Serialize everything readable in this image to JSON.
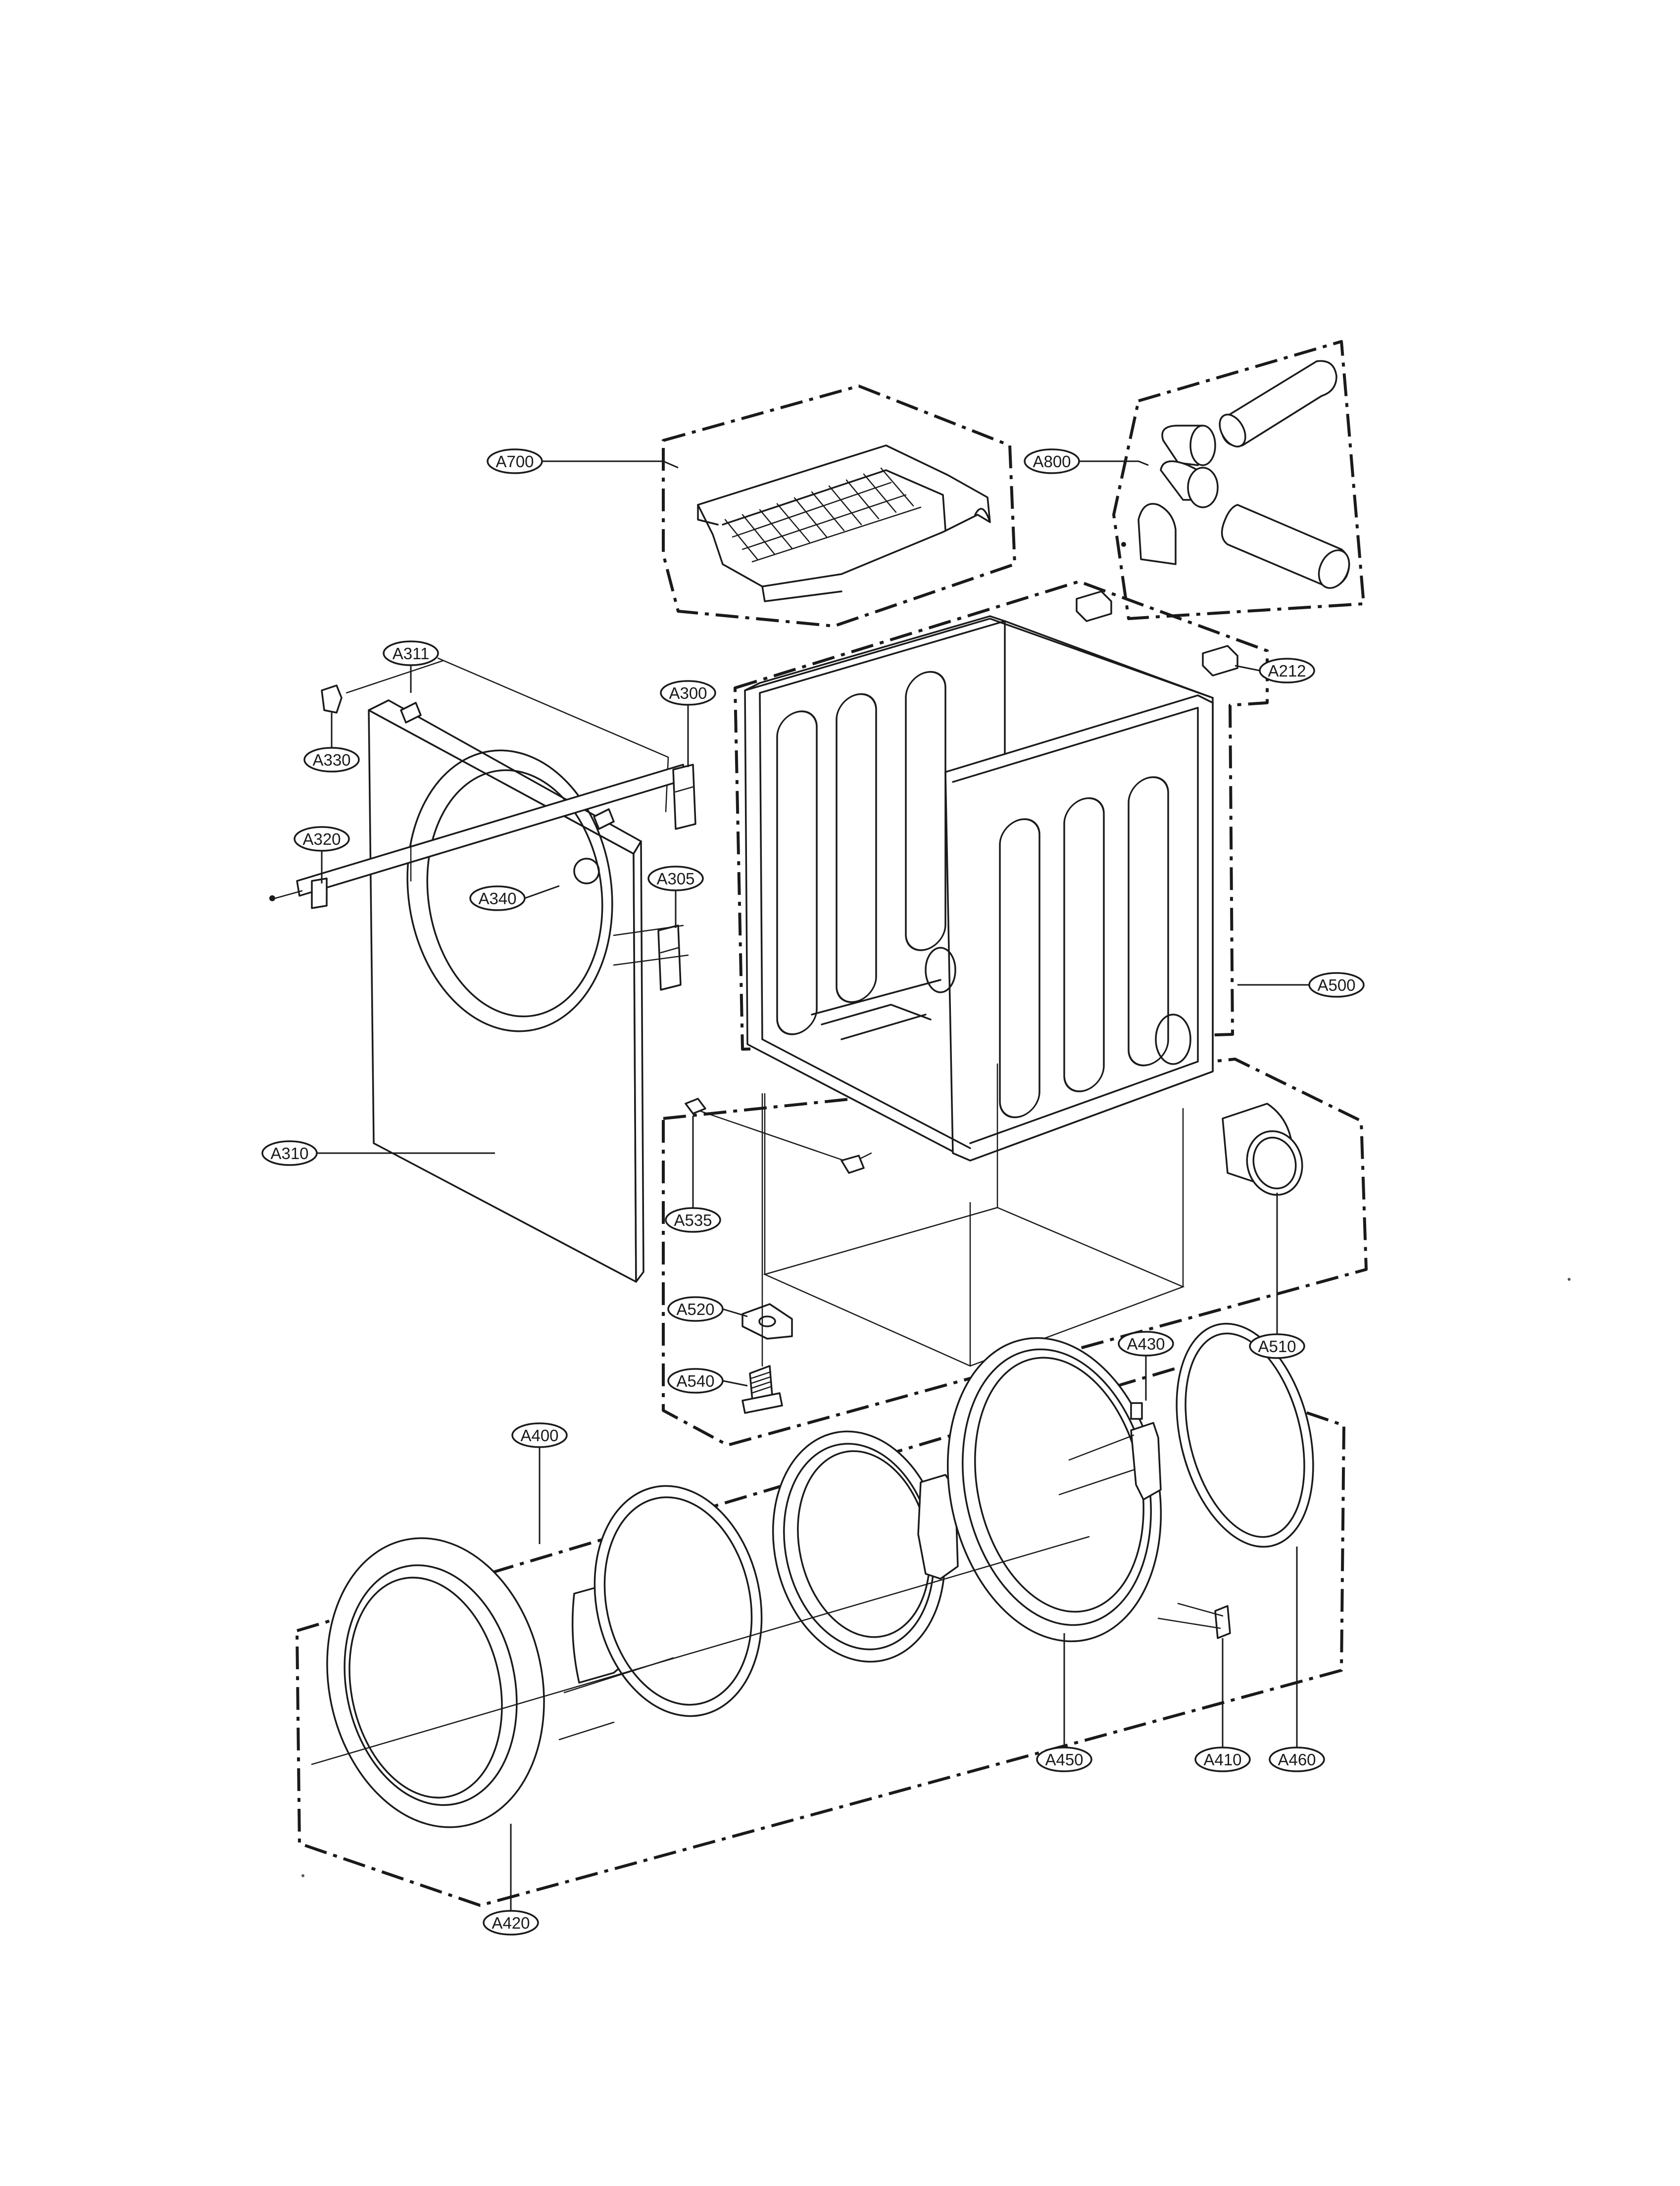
{
  "callouts": {
    "a700": "A700",
    "a800": "A800",
    "a212": "A212",
    "a311": "A311",
    "a330": "A330",
    "a300": "A300",
    "a320": "A320",
    "a305": "A305",
    "a340": "A340",
    "a500": "A500",
    "a310": "A310",
    "a535": "A535",
    "a520": "A520",
    "a510": "A510",
    "a540": "A540",
    "a430": "A430",
    "a400": "A400",
    "a450": "A450",
    "a410": "A410",
    "a460": "A460",
    "a420": "A420"
  }
}
